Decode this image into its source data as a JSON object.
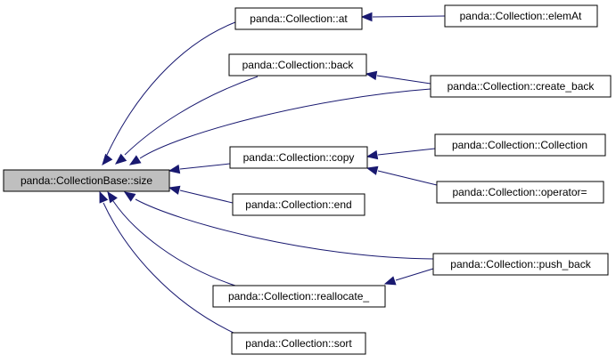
{
  "diagram": {
    "colors": {
      "edge": "#191970",
      "root_fill": "#bfbfbf",
      "node_fill": "#ffffff",
      "border": "#000000"
    },
    "nodes": {
      "size": {
        "label": "panda::CollectionBase::size"
      },
      "at": {
        "label": "panda::Collection::at"
      },
      "back": {
        "label": "panda::Collection::back"
      },
      "copy": {
        "label": "panda::Collection::copy"
      },
      "end": {
        "label": "panda::Collection::end"
      },
      "reallocate": {
        "label": "panda::Collection::reallocate_"
      },
      "sort": {
        "label": "panda::Collection::sort"
      },
      "elemAt": {
        "label": "panda::Collection::elemAt"
      },
      "create_back": {
        "label": "panda::Collection::create_back"
      },
      "collection": {
        "label": "panda::Collection::Collection"
      },
      "operator_eq": {
        "label": "panda::Collection::operator="
      },
      "push_back": {
        "label": "panda::Collection::push_back"
      }
    },
    "edges": [
      {
        "from": "at",
        "to": "size"
      },
      {
        "from": "back",
        "to": "size"
      },
      {
        "from": "create_back",
        "to": "size"
      },
      {
        "from": "copy",
        "to": "size"
      },
      {
        "from": "end",
        "to": "size"
      },
      {
        "from": "push_back",
        "to": "size"
      },
      {
        "from": "reallocate",
        "to": "size"
      },
      {
        "from": "sort",
        "to": "size"
      },
      {
        "from": "elemAt",
        "to": "at"
      },
      {
        "from": "create_back",
        "to": "back"
      },
      {
        "from": "collection",
        "to": "copy"
      },
      {
        "from": "operator_eq",
        "to": "copy"
      },
      {
        "from": "push_back",
        "to": "reallocate"
      }
    ]
  }
}
